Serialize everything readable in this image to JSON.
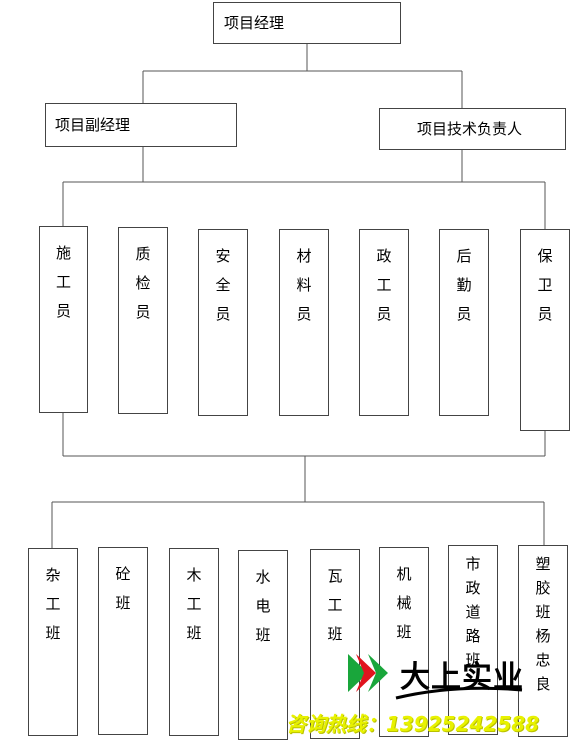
{
  "top": {
    "label": "项目经理"
  },
  "deputy": {
    "label": "项目副经理"
  },
  "tech": {
    "label": "项目技术负责人"
  },
  "staff": [
    {
      "id": "construction",
      "chars": [
        "施",
        "工",
        "员"
      ]
    },
    {
      "id": "quality",
      "chars": [
        "质",
        "检",
        "员"
      ]
    },
    {
      "id": "safety",
      "chars": [
        "安",
        "全",
        "员"
      ]
    },
    {
      "id": "materials",
      "chars": [
        "材",
        "料",
        "员"
      ]
    },
    {
      "id": "political",
      "chars": [
        "政",
        "工",
        "员"
      ]
    },
    {
      "id": "logistics",
      "chars": [
        "后",
        "勤",
        "员"
      ]
    },
    {
      "id": "security",
      "chars": [
        "保",
        "卫",
        "员"
      ]
    }
  ],
  "teams": [
    {
      "id": "misc",
      "chars": [
        "杂",
        "工",
        "班"
      ]
    },
    {
      "id": "concrete",
      "chars": [
        "砼",
        "班"
      ]
    },
    {
      "id": "carpentry",
      "chars": [
        "木",
        "工",
        "班"
      ]
    },
    {
      "id": "plumbing",
      "chars": [
        "水",
        "电",
        "班"
      ]
    },
    {
      "id": "masonry",
      "chars": [
        "瓦",
        "工",
        "班"
      ]
    },
    {
      "id": "machinery",
      "chars": [
        "机",
        "械",
        "班"
      ]
    },
    {
      "id": "road",
      "chars": [
        "市",
        "政",
        "道",
        "路",
        "班"
      ]
    },
    {
      "id": "plastic",
      "chars": [
        "塑",
        "胶",
        "班",
        "杨",
        "忠",
        "良"
      ]
    }
  ],
  "watermark": {
    "brand": "大上实业",
    "hotline": "咨询热线：13925242588",
    "brand_colors": {
      "green": "#19a63b",
      "red": "#e0141e",
      "yellow": "#e8f200"
    }
  }
}
